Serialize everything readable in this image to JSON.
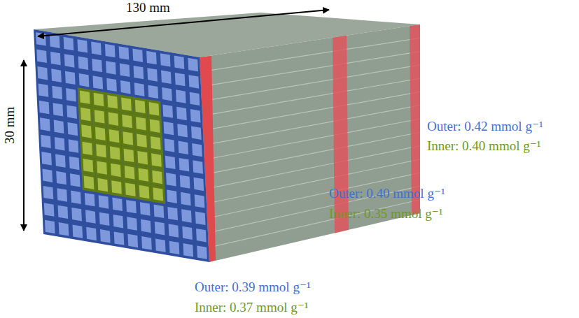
{
  "diagram": {
    "labels": [
      "130 mm",
      "30 mm",
      "Outer: 0.42 mmol g⁻¹",
      "Inner: 0.40 mmol g⁻¹",
      "Outer: 0.40 mmol g⁻¹",
      "Inner: 0.35 mmol g⁻¹",
      "Outer: 0.39 mmol g⁻¹",
      "Inner: 0.37 mmol g⁻¹"
    ]
  }
}
